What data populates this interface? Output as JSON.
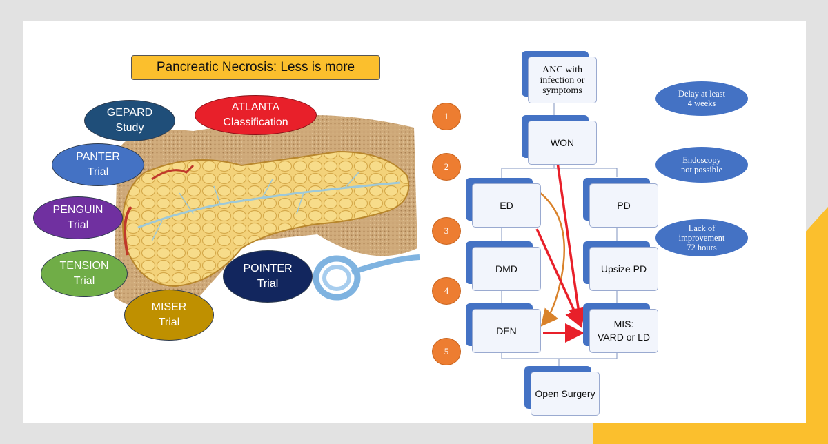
{
  "title": "Pancreatic Necrosis: Less is more",
  "trials": [
    {
      "id": "gepard",
      "label": "GEPARD\nStudy",
      "color": "#1f4e79"
    },
    {
      "id": "atlanta",
      "label": "ATLANTA\nClassification",
      "color": "#e8202a"
    },
    {
      "id": "panter",
      "label": "PANTER\nTrial",
      "color": "#4472c4"
    },
    {
      "id": "penguin",
      "label": "PENGUIN\nTrial",
      "color": "#7030a0"
    },
    {
      "id": "tension",
      "label": "TENSION\nTrial",
      "color": "#70ad47"
    },
    {
      "id": "miser",
      "label": "MISER\nTrial",
      "color": "#bf9000"
    },
    {
      "id": "pointer",
      "label": "POINTER\nTrial",
      "color": "#12265e"
    }
  ],
  "flowchart": {
    "anc": "ANC with infection or symptoms",
    "won": "WON",
    "ed": "ED",
    "pd": "PD",
    "dmd": "DMD",
    "upsize": "Upsize PD",
    "den": "DEN",
    "mis": "MIS:\nVARD or LD",
    "open": "Open Surgery"
  },
  "steps": [
    "1",
    "2",
    "3",
    "4",
    "5"
  ],
  "notes": {
    "delay": "Delay at least\n4 weeks",
    "endoscopy": "Endoscopy\nnot possible",
    "lack": "Lack of\nimprovement\n72 hours"
  },
  "colors": {
    "title_bg": "#fbbf2d",
    "box_accent": "#4472c4",
    "step": "#ed7d31",
    "arrow_red": "#e8202a",
    "arrow_orange": "#d9822b",
    "corner_accent": "#fbbf2d"
  }
}
